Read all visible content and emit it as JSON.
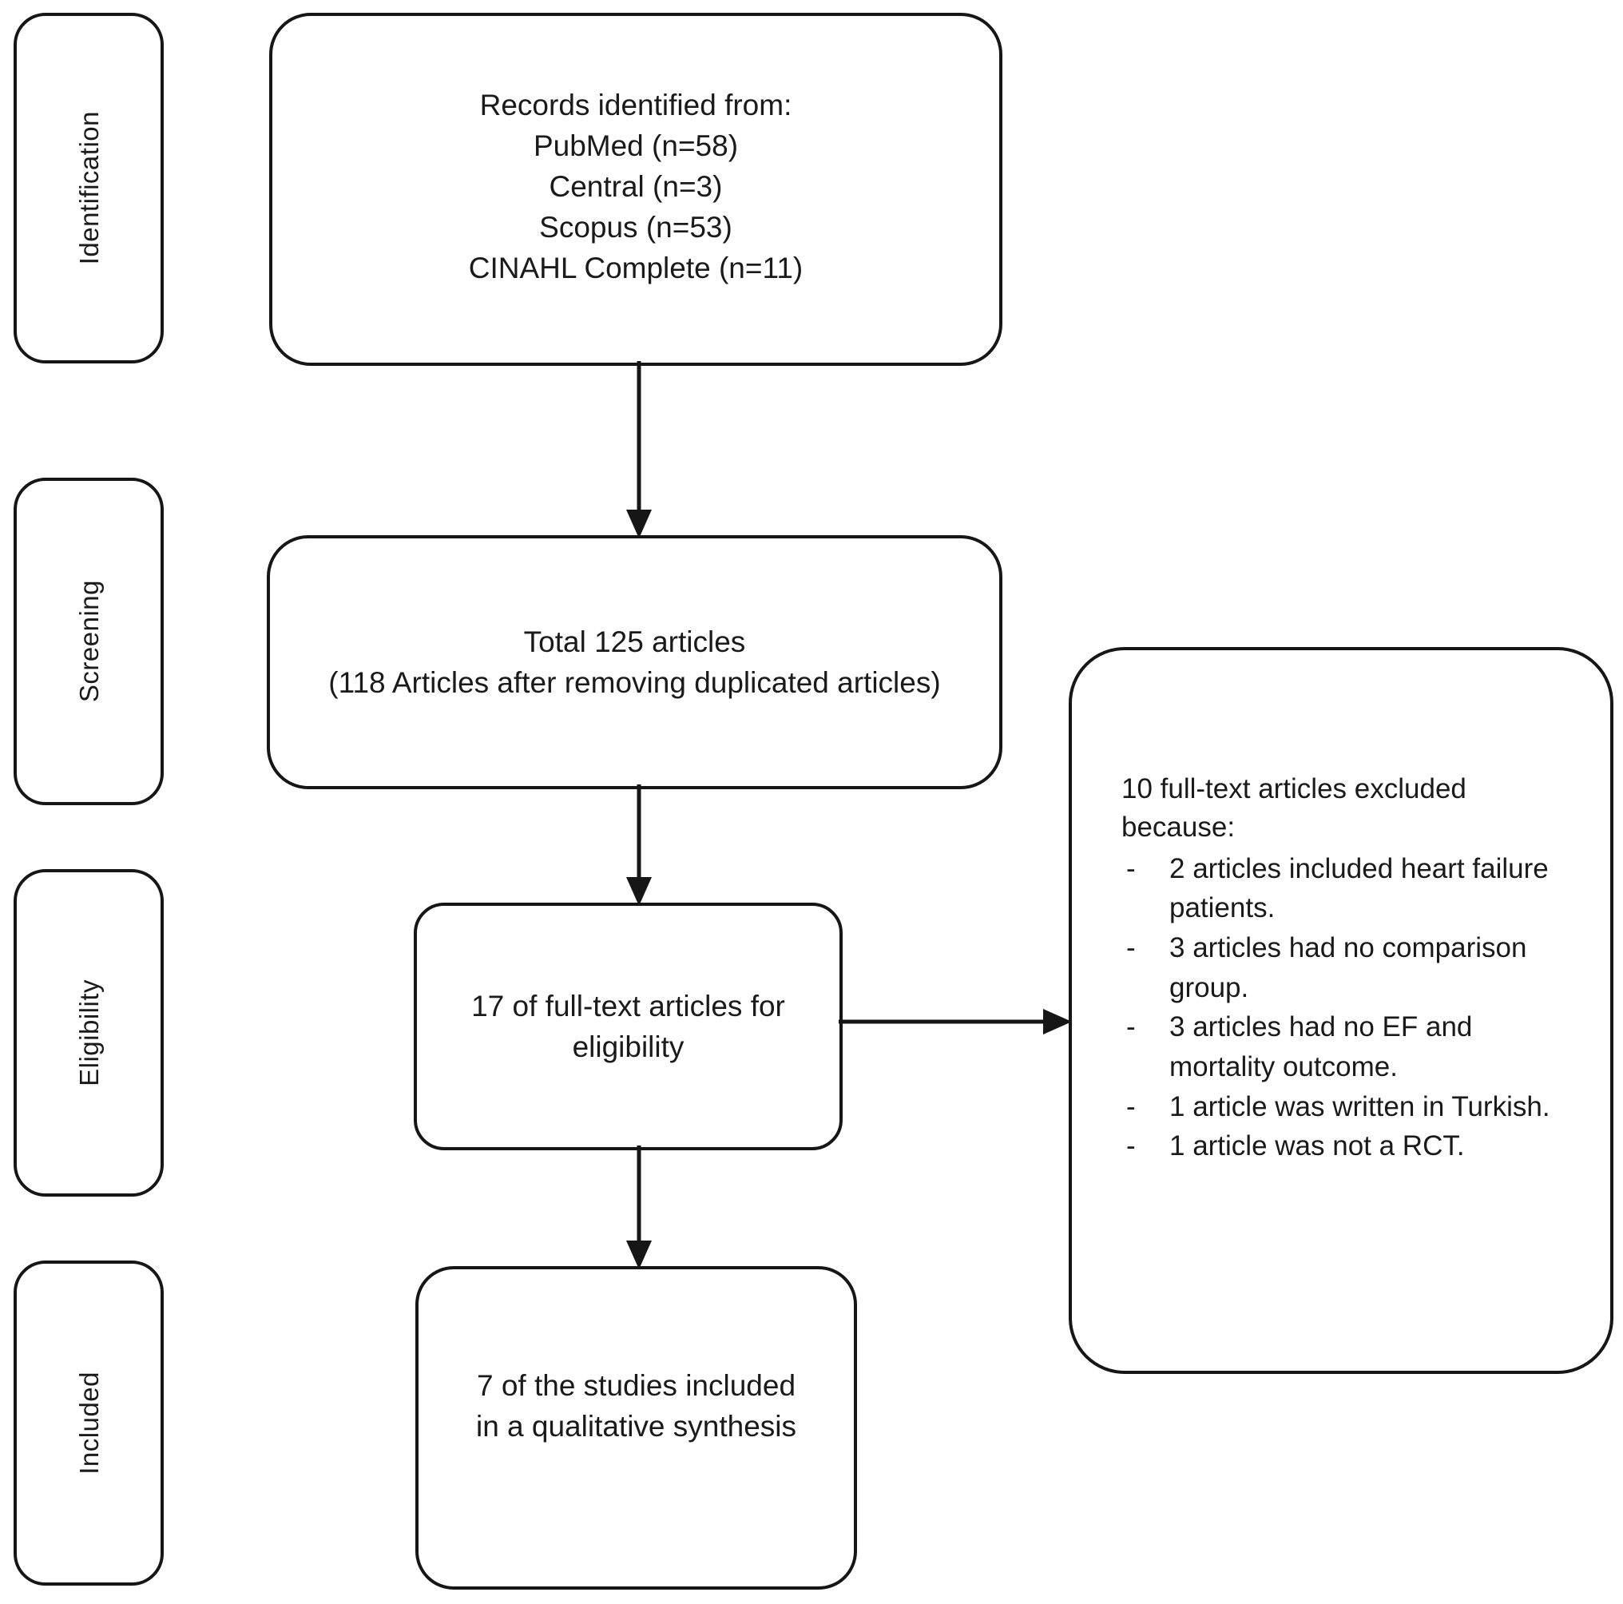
{
  "diagram": {
    "title": "PRISMA study selection flow diagram",
    "line_color": "#161616",
    "background_color": "#ffffff",
    "text_color": "#1a1a1a"
  },
  "stages": [
    {
      "id": "identification",
      "label": "Identification"
    },
    {
      "id": "screening",
      "label": "Screening"
    },
    {
      "id": "eligibility",
      "label": "Eligibility"
    },
    {
      "id": "included",
      "label": "Included"
    }
  ],
  "nodes": {
    "identified": {
      "text": "Records identified from:\nPubMed (n=58)\nCentral (n=3)\nScopus (n=53)\nCINAHL Complete (n=11)",
      "sources": [
        {
          "name": "PubMed",
          "n": 58
        },
        {
          "name": "Central",
          "n": 3
        },
        {
          "name": "Scopus",
          "n": 53
        },
        {
          "name": "CINAHL Complete",
          "n": 11
        }
      ]
    },
    "screened": {
      "text": "Total 125 articles\n(118 Articles after removing duplicated articles)",
      "total": 125,
      "after_duplicates": 118
    },
    "eligibility": {
      "text": "17 of full-text articles for\neligibility",
      "count": 17
    },
    "included": {
      "text": "7 of the studies included\nin a qualitative synthesis",
      "count": 7
    },
    "excluded": {
      "heading": "10 full-text articles excluded\nbecause:",
      "total": 10,
      "bullet": "-",
      "reasons": [
        {
          "text": "2 articles included heart failure patients.",
          "n": 2
        },
        {
          "text": "3 articles had no comparison group.",
          "n": 3
        },
        {
          "text": "3 articles had no EF and mortality outcome.",
          "n": 3
        },
        {
          "text": "1 article was written in Turkish.",
          "n": 1
        },
        {
          "text": "1 article was not a RCT.",
          "n": 1
        }
      ]
    }
  },
  "connectors": [
    {
      "id": "identified-to-screened",
      "direction": "down",
      "from": "identified",
      "to": "screened"
    },
    {
      "id": "screened-to-eligibility",
      "direction": "down",
      "from": "screened",
      "to": "eligibility"
    },
    {
      "id": "eligibility-to-excluded",
      "direction": "right",
      "from": "eligibility",
      "to": "excluded"
    },
    {
      "id": "eligibility-to-included",
      "direction": "down",
      "from": "eligibility",
      "to": "included"
    }
  ]
}
